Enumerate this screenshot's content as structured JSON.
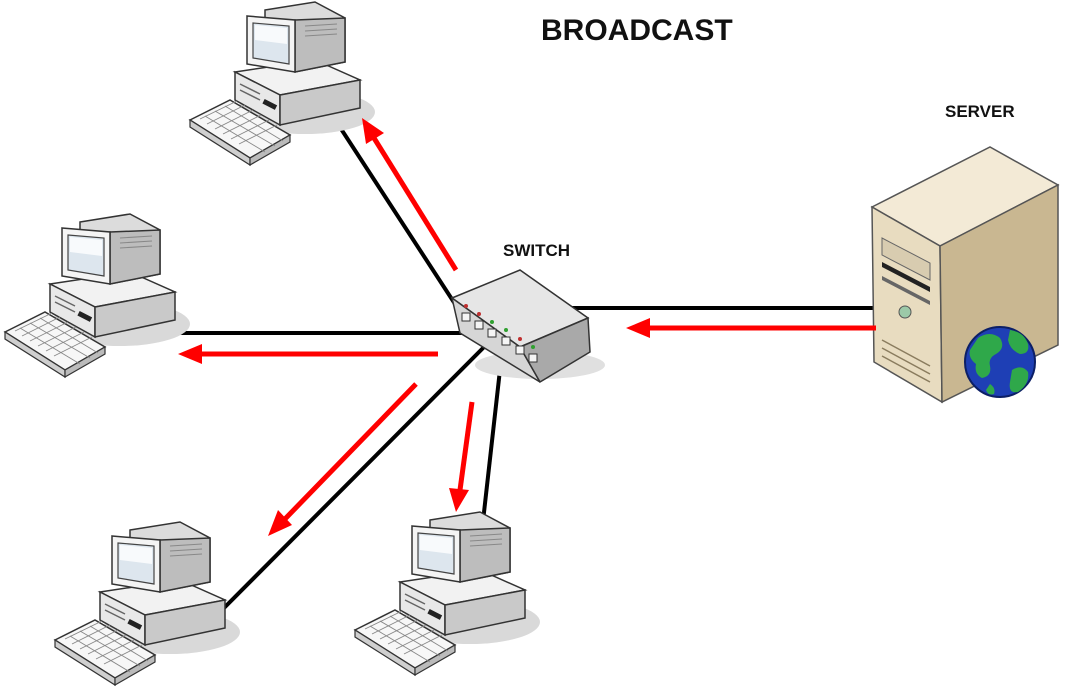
{
  "title": "BROADCAST",
  "labels": {
    "switch": "SWITCH",
    "server": "SERVER"
  },
  "colors": {
    "cable": "#000000",
    "broadcast_arrow": "#ff0000",
    "background": "#ffffff"
  },
  "nodes": [
    {
      "id": "server",
      "kind": "server",
      "icon": "server-globe-icon"
    },
    {
      "id": "switch",
      "kind": "switch",
      "icon": "network-switch-icon"
    },
    {
      "id": "pc-top",
      "kind": "computer",
      "icon": "desktop-computer-icon"
    },
    {
      "id": "pc-left",
      "kind": "computer",
      "icon": "desktop-computer-icon"
    },
    {
      "id": "pc-bottom-left",
      "kind": "computer",
      "icon": "desktop-computer-icon"
    },
    {
      "id": "pc-bottom-middle",
      "kind": "computer",
      "icon": "desktop-computer-icon"
    }
  ],
  "links": [
    {
      "from": "server",
      "to": "switch"
    },
    {
      "from": "switch",
      "to": "pc-top"
    },
    {
      "from": "switch",
      "to": "pc-left"
    },
    {
      "from": "switch",
      "to": "pc-bottom-left"
    },
    {
      "from": "switch",
      "to": "pc-bottom-middle"
    }
  ],
  "broadcast_arrows": [
    {
      "from": "server",
      "to": "switch"
    },
    {
      "from": "switch",
      "to": "pc-top"
    },
    {
      "from": "switch",
      "to": "pc-left"
    },
    {
      "from": "switch",
      "to": "pc-bottom-left"
    },
    {
      "from": "switch",
      "to": "pc-bottom-middle"
    }
  ]
}
